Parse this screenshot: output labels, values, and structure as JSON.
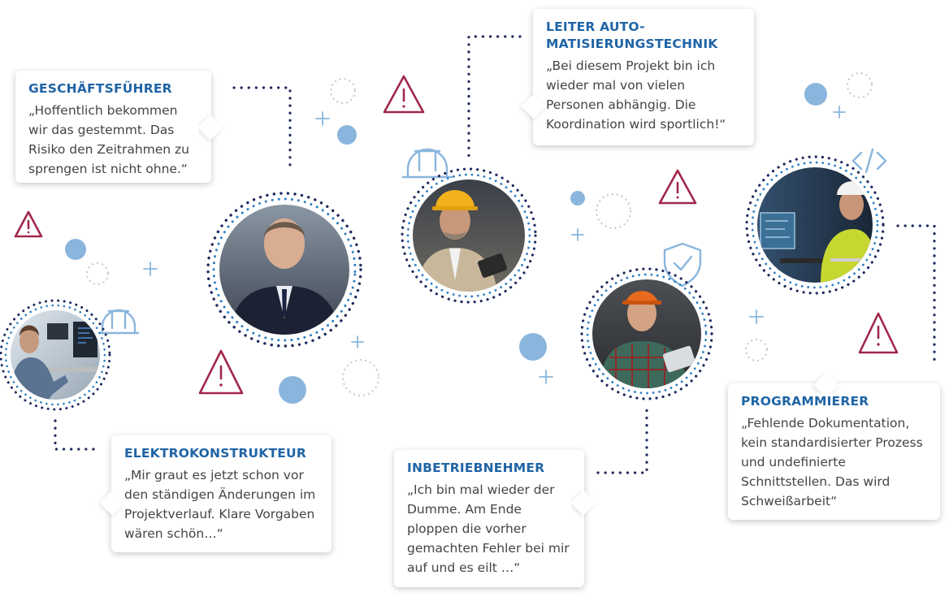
{
  "colors": {
    "title_blue": "#1f64a6",
    "dot_navy": "#1e2a5e",
    "dot_blue": "#2e7fc2",
    "light_blue": "#8ab6dd",
    "warning_red": "#a0284a",
    "grey_circle": "#c6c6c6"
  },
  "cards": {
    "geschaeftsfuehrer": {
      "title": "GESCHÄFTSFÜHRER",
      "quote": "„Hoffentlich bekommen wir das gestemmt. Das Risiko den Zeitrahmen zu sprengen ist nicht ohne.“"
    },
    "leiter": {
      "title_line1": "LEITER AUTO-",
      "title_line2": "MATISIERUNGSTECHNIK",
      "quote": "„Bei diesem Projekt bin ich wieder mal von vielen Personen abhängig. Die Koordination wird sportlich!“"
    },
    "elektrokonstrukteur": {
      "title": "ELEKTROKONSTRUKTEUR",
      "quote": "„Mir graut es jetzt schon vor den ständigen Änderungen im Projektverlauf. Klare Vorgaben wären schön…“"
    },
    "inbetriebnehmer": {
      "title": "INBETRIEBNEHMER",
      "quote": "„Ich bin mal wieder der Dumme. Am Ende ploppen die vorher gemachten Fehler bei mir auf und es eilt …“"
    },
    "programmierer": {
      "title": "PROGRAMMIERER",
      "quote": "„Fehlende Dokumentation, kein standardisierter Prozess und undefinierte Schnittstellen. Das wird Schweißarbeit“"
    }
  },
  "icons": [
    "warning-icon",
    "hardhat-icon",
    "shield-check-icon",
    "code-icon",
    "plus-icon"
  ]
}
